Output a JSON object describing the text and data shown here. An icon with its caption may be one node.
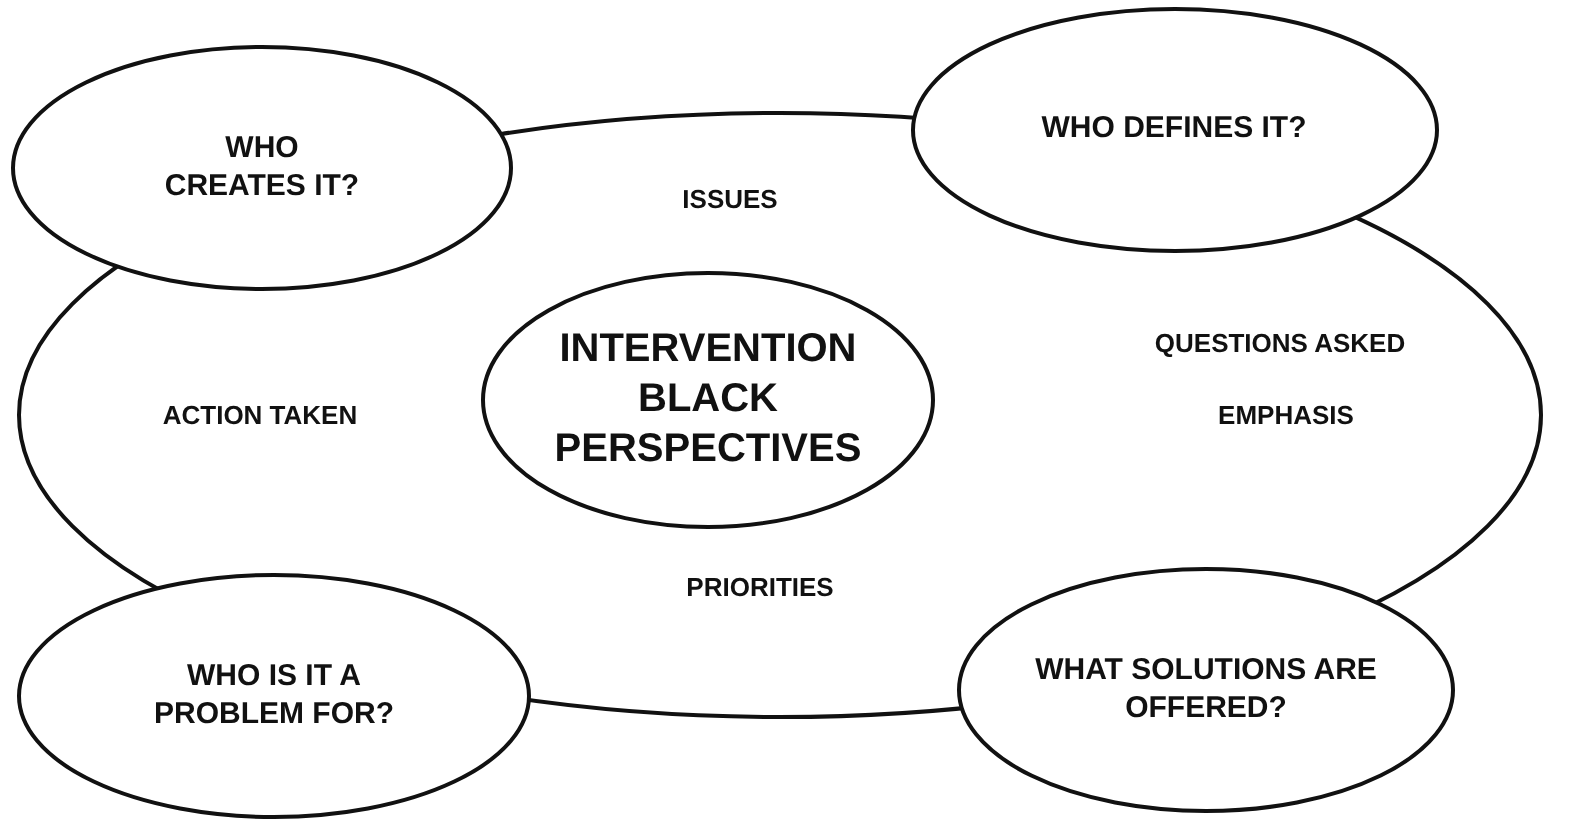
{
  "diagram": {
    "nodes": [
      {
        "text": [
          "ISSUES",
          "ACTION TAKEN",
          "QUESTIONS ASKED",
          "EMPHASIS",
          "PRIORITIES"
        ]
      },
      {
        "text": [
          "WHO CREATES IT?"
        ]
      },
      {
        "text": [
          "WHO DEFINES IT?"
        ]
      },
      {
        "text": [
          "INTERVENTION BLACK PERSPECTIVES"
        ],
        "in": 0
      },
      {
        "text": [
          "WHO IS IT A PROBLEM FOR?"
        ]
      },
      {
        "text": [
          "WHAT SOLUTIONS ARE OFFERED?"
        ]
      }
    ]
  }
}
